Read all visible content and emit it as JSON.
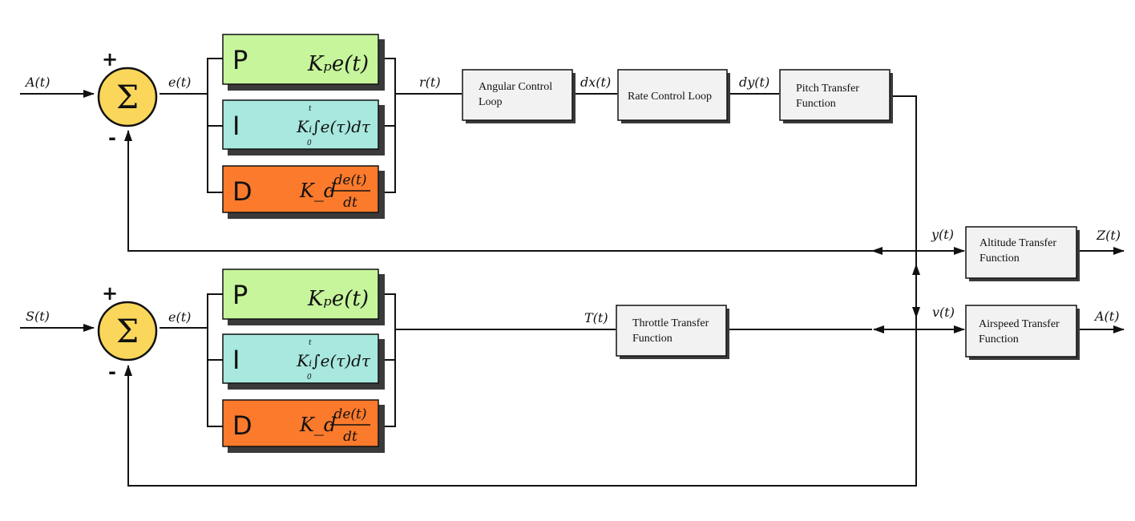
{
  "signals": {
    "a_in": "A(t)",
    "e_top": "e(t)",
    "r_out": "r(t)",
    "dx": "dx(t)",
    "dy": "dy(t)",
    "y": "y(t)",
    "z": "Z(t)",
    "s_in": "S(t)",
    "e_bottom": "e(t)",
    "t_out": "T(t)",
    "v": "v(t)",
    "a_out": "A(t)"
  },
  "summer": {
    "symbol": "Σ",
    "plus": "+",
    "minus": "-"
  },
  "pid": {
    "p": {
      "letter": "P",
      "expr": "Kₚe(t)"
    },
    "i": {
      "letter": "I",
      "expr": "Kᵢ∫e(τ)dτ",
      "upper": "t",
      "lower": "0"
    },
    "d": {
      "letter": "D",
      "gain": "K_d",
      "num": "de(t)",
      "den": "dt"
    }
  },
  "blocks": {
    "angular": [
      "Angular Control",
      "Loop"
    ],
    "rate": [
      "Rate Control Loop"
    ],
    "pitch": [
      "Pitch Transfer",
      "Function"
    ],
    "altitude": [
      "Altitude Transfer",
      "Function"
    ],
    "throttle": [
      "Throttle Transfer",
      "Function"
    ],
    "airspeed": [
      "Airspeed Transfer",
      "Function"
    ]
  }
}
